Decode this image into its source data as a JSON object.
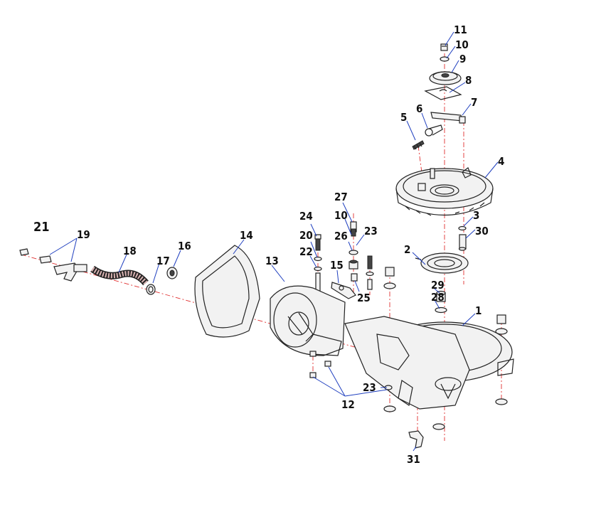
{
  "callouts": [
    {
      "id": "c11",
      "text": "11"
    },
    {
      "id": "c10a",
      "text": "10"
    },
    {
      "id": "c9",
      "text": "9"
    },
    {
      "id": "c8",
      "text": "8"
    },
    {
      "id": "c7",
      "text": "7"
    },
    {
      "id": "c6",
      "text": "6"
    },
    {
      "id": "c5",
      "text": "5"
    },
    {
      "id": "c4",
      "text": "4"
    },
    {
      "id": "c3",
      "text": "3"
    },
    {
      "id": "c30",
      "text": "30"
    },
    {
      "id": "c2",
      "text": "2"
    },
    {
      "id": "c29",
      "text": "29"
    },
    {
      "id": "c28",
      "text": "28"
    },
    {
      "id": "c1",
      "text": "1"
    },
    {
      "id": "c27",
      "text": "27"
    },
    {
      "id": "c10b",
      "text": "10"
    },
    {
      "id": "c23a",
      "text": "23"
    },
    {
      "id": "c26",
      "text": "26"
    },
    {
      "id": "c24",
      "text": "24"
    },
    {
      "id": "c20",
      "text": "20"
    },
    {
      "id": "c22",
      "text": "22"
    },
    {
      "id": "c15",
      "text": "15"
    },
    {
      "id": "c25",
      "text": "25"
    },
    {
      "id": "c14",
      "text": "14"
    },
    {
      "id": "c13",
      "text": "13"
    },
    {
      "id": "c21",
      "text": "21"
    },
    {
      "id": "c19",
      "text": "19"
    },
    {
      "id": "c18",
      "text": "18"
    },
    {
      "id": "c17",
      "text": "17"
    },
    {
      "id": "c16",
      "text": "16"
    },
    {
      "id": "c23b",
      "text": "23"
    },
    {
      "id": "c12",
      "text": "12"
    },
    {
      "id": "c31",
      "text": "31"
    }
  ]
}
